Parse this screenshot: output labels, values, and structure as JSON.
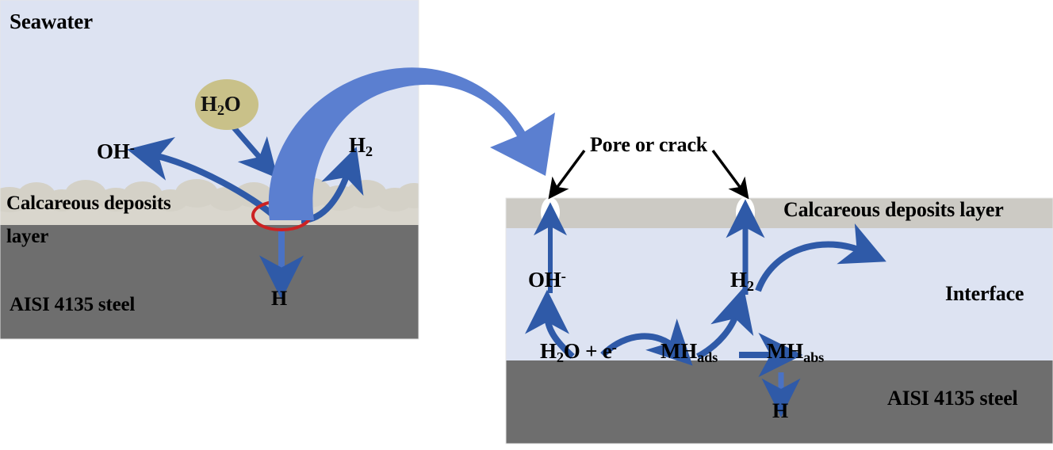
{
  "figure": {
    "title_alt": "Hydrogen evolution and absorption at calcareous deposit layer on AISI 4135 steel in seawater",
    "colors": {
      "seawater": "#dde3f2",
      "steel": "#6e6e6e",
      "calcareous_band": "#cccac4",
      "calcareous_deposit": "#d8d5cc",
      "interface": "#dde3f2",
      "arrow_blue": "#2f5aa8",
      "big_arrow_blue": "#5b7fd0",
      "water_circle": "#c9c189",
      "highlight_red": "#cc2222",
      "pore_white": "#ffffff",
      "text_black": "#000000"
    }
  },
  "left_panel": {
    "name": "macro-view",
    "labels": {
      "seawater": "Seawater",
      "calcareous_deposits": "Calcareous deposits",
      "layer": "layer",
      "steel": "AISI 4135 steel"
    },
    "species": {
      "water": {
        "formula": "H",
        "sub": "2",
        "tail": "O"
      },
      "hydroxide": {
        "formula": "OH",
        "sup": "-"
      },
      "hydrogen_gas": {
        "formula": "H",
        "sub": "2"
      },
      "atomic_hydrogen": "H"
    }
  },
  "right_panel": {
    "name": "zoomed-interface-view",
    "labels": {
      "pore_or_crack": "Pore or crack",
      "calcareous_deposits_layer": "Calcareous deposits layer",
      "interface": "Interface",
      "steel": "AISI 4135 steel"
    },
    "species": {
      "hydroxide": {
        "formula": "OH",
        "sup": "-"
      },
      "hydrogen_gas": {
        "formula": "H",
        "sub": "2"
      },
      "reactants": {
        "h": "H",
        "h_sub": "2",
        "o_plus_e": "O + e",
        "e_sup": "-"
      },
      "mh_ads": {
        "formula": "MH",
        "sub": "ads"
      },
      "mh_abs": {
        "formula": "MH",
        "sub": "abs"
      },
      "atomic_hydrogen": "H"
    }
  }
}
